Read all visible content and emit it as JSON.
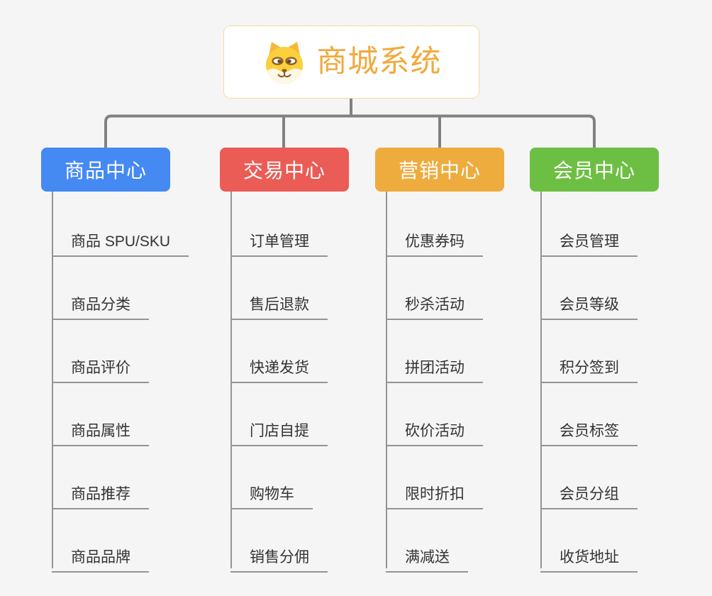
{
  "canvas": {
    "background": "#f5f5f5",
    "connector_color": "#818181",
    "child_line_color": "#949494",
    "child_text_color": "#333333"
  },
  "root": {
    "title": "商城系统",
    "icon": "shiba-dog-icon",
    "text_color": "#f2a93c",
    "border_color": "#f2b14a",
    "background": "#ffffff"
  },
  "branches": [
    {
      "label": "商品中心",
      "color": "#4589f2",
      "children": [
        "商品 SPU/SKU",
        "商品分类",
        "商品评价",
        "商品属性",
        "商品推荐",
        "商品品牌"
      ]
    },
    {
      "label": "交易中心",
      "color": "#ea5c55",
      "children": [
        "订单管理",
        "售后退款",
        "快递发货",
        "门店自提",
        "购物车",
        "销售分佣"
      ]
    },
    {
      "label": "营销中心",
      "color": "#eeac3e",
      "children": [
        "优惠券码",
        "秒杀活动",
        "拼团活动",
        "砍价活动",
        "限时折扣",
        "满减送"
      ]
    },
    {
      "label": "会员中心",
      "color": "#6dbf44",
      "children": [
        "会员管理",
        "会员等级",
        "积分签到",
        "会员标签",
        "会员分组",
        "收货地址"
      ]
    }
  ]
}
